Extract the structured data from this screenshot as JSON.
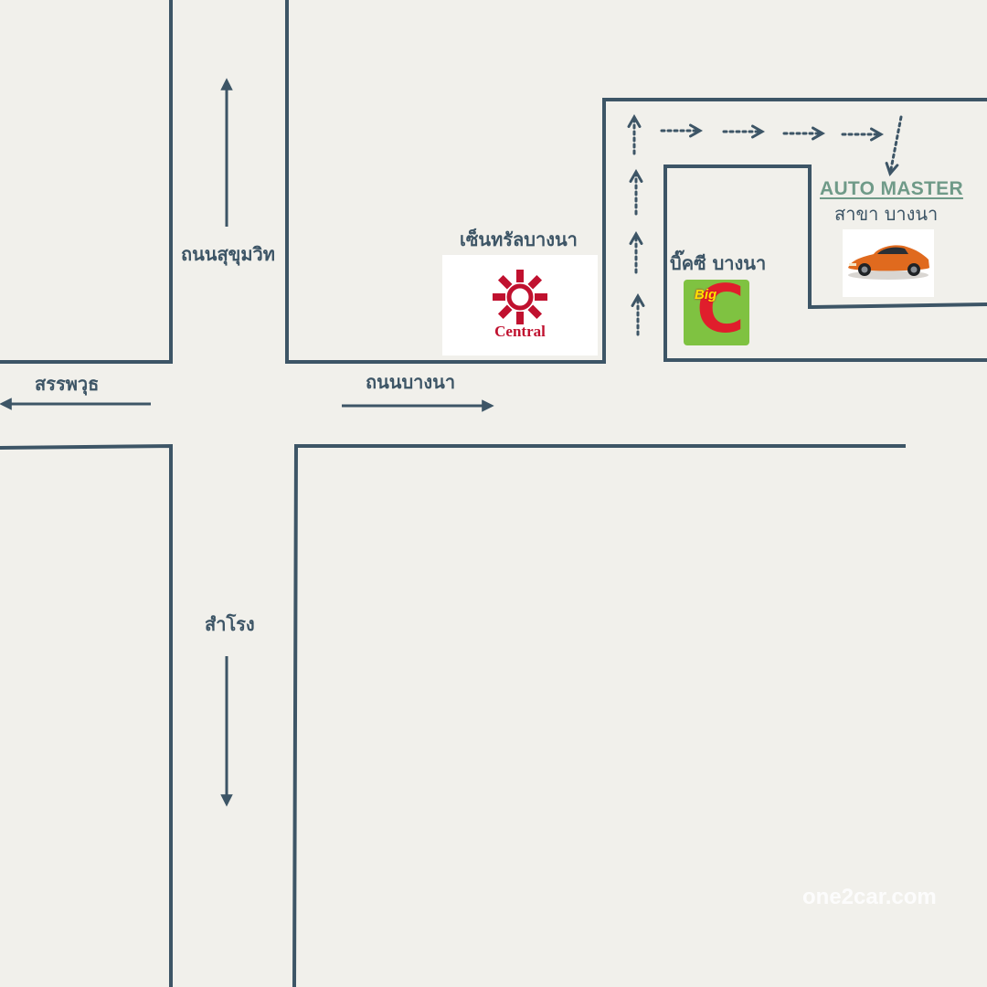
{
  "roads": {
    "sukhumvit": "ถนนสุขุมวิท",
    "bangna_road": "ถนนบางนา",
    "sanphawut": "สรรพวุธ",
    "samrong": "สำโรง"
  },
  "landmarks": {
    "central_name": "เซ็นทรัลบางนา",
    "central_logo_text": "Central",
    "bigc_name": "บิ๊คซี บางนา",
    "bigc_logo_small": "Big",
    "bigc_logo_letter": "C"
  },
  "destination": {
    "brand": "AUTO MASTER",
    "branch": "สาขา บางนา",
    "car_color": "#e06a1e"
  },
  "watermark": {
    "text": "one2car.com"
  },
  "colors": {
    "background": "#f1f0eb",
    "road_line": "#3d5566",
    "brand_green": "#6f9a88",
    "central_red": "#c0112f",
    "bigc_green": "#7fc241",
    "bigc_red": "#e01e2c"
  }
}
